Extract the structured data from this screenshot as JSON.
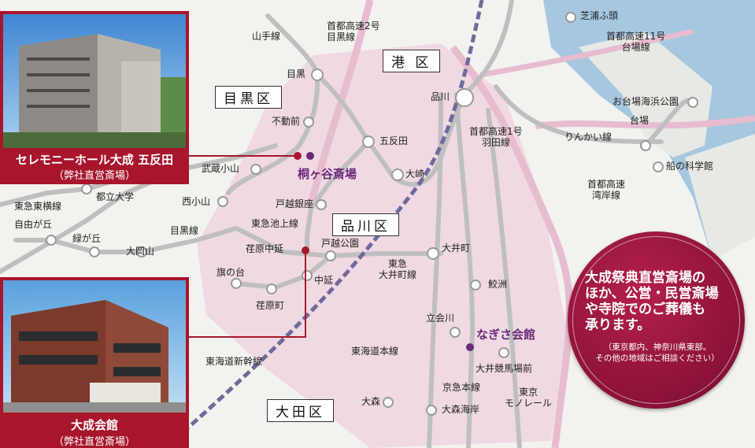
{
  "wards": {
    "minato": "港 区",
    "meguro": "目黒区",
    "shinagawa": "品川区",
    "ota": "大田区"
  },
  "stations": {
    "shibaura": "芝浦ふ頭",
    "meguro": "目黒",
    "fudomae": "不動前",
    "gotanda": "五反田",
    "osaki": "大崎",
    "shinagawa": "品川",
    "musashikoyama": "武蔵小山",
    "nishikoyama": "西小山",
    "togoshiginza": "戸越銀座",
    "toritsudaigaku": "都立大学",
    "jiyugaoka": "自由が丘",
    "midorigaoka": "緑が丘",
    "ookayama": "大岡山",
    "ebaranakanobu": "荏原中延",
    "togoshikoen": "戸越公園",
    "oimachi": "大井町",
    "hatanodai": "旗の台",
    "nakanobu": "中延",
    "ebaramachi": "荏原町",
    "samezu": "鮫洲",
    "tachiaigawa": "立会川",
    "oikeibajomae": "大井競馬場前",
    "omori": "大森",
    "omorikaigan": "大森海岸",
    "odaibakaihinkoen": "お台場海浜公園",
    "daiba": "台場",
    "funenokagakukan": "船の科学館"
  },
  "lines": {
    "yamanote": "山手線",
    "shutoko2": "首都高速2号\n目黒線",
    "shutoko11": "首都高速11号\n台場線",
    "shutoko1": "首都高速1号\n羽田線",
    "rinkai": "りんかい線",
    "wangan": "首都高速\n湾岸線",
    "toyoko": "東急東横線",
    "ikegami": "東急池上線",
    "meguro_line": "目黒線",
    "oimachi_line": "東急\n大井町線",
    "tokaido": "東海道本線",
    "shinkansen": "東海道新幹線",
    "keikyu": "京急本線",
    "monorail": "東京\nモノレール"
  },
  "halls": {
    "kirigaya": "桐ヶ谷斎場",
    "nagisa": "なぎさ会館"
  },
  "photos": {
    "gotanda": {
      "title": "セレモニーホール大成 五反田",
      "sub": "（弊社直営斎場）"
    },
    "taisei": {
      "title": "大成会館",
      "sub": "（弊社直営斎場）"
    }
  },
  "badge": {
    "headline": "大成祭典直営斎場の\nほか、公営・民営斎場\nや寺院でのご葬儀も\n承ります。",
    "note": "（東京都内、神奈川県東部。\nその他の地域はご相談ください）"
  }
}
